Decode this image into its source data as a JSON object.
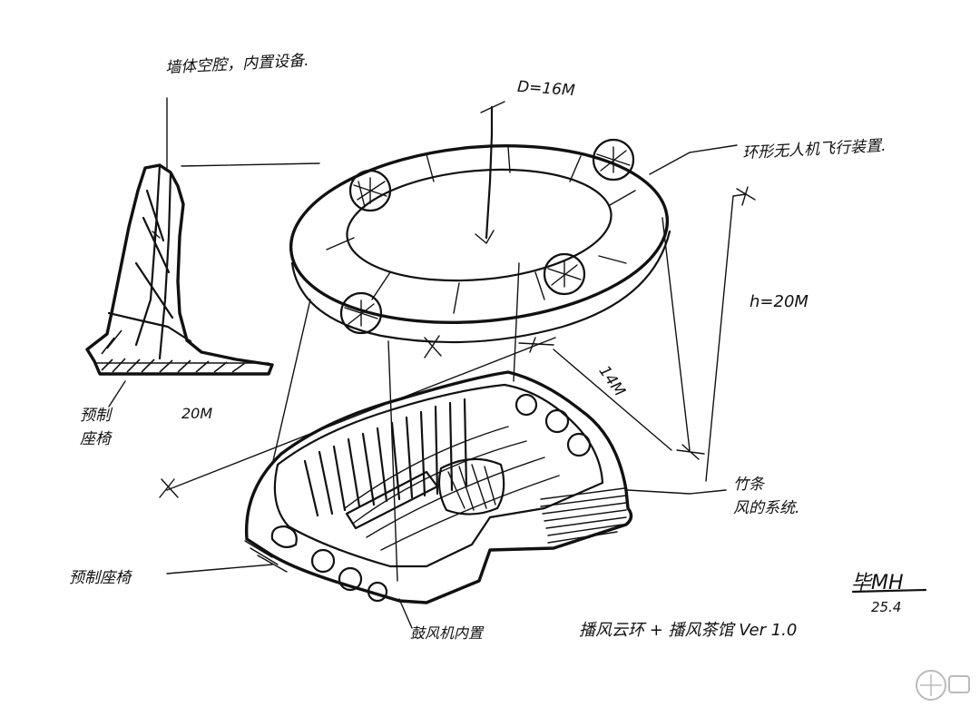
{
  "annotations": {
    "wall_cavity": "墙体空腔，内置设备.",
    "ring_diameter": "D=16M",
    "drone_device": "环形无人机飞行装置.",
    "height": "h=20M",
    "span_14": "14M",
    "span_20": "20M",
    "precast_seat_side": "预制\n座椅",
    "precast_seat_front": "预制座椅",
    "bamboo_strips": "竹条\n风的系统.",
    "fan_inside": "鼓风机内置",
    "title": "播风云环 + 播风茶馆 Ver 1.0",
    "signature": "毕MH",
    "date": "25.4"
  }
}
